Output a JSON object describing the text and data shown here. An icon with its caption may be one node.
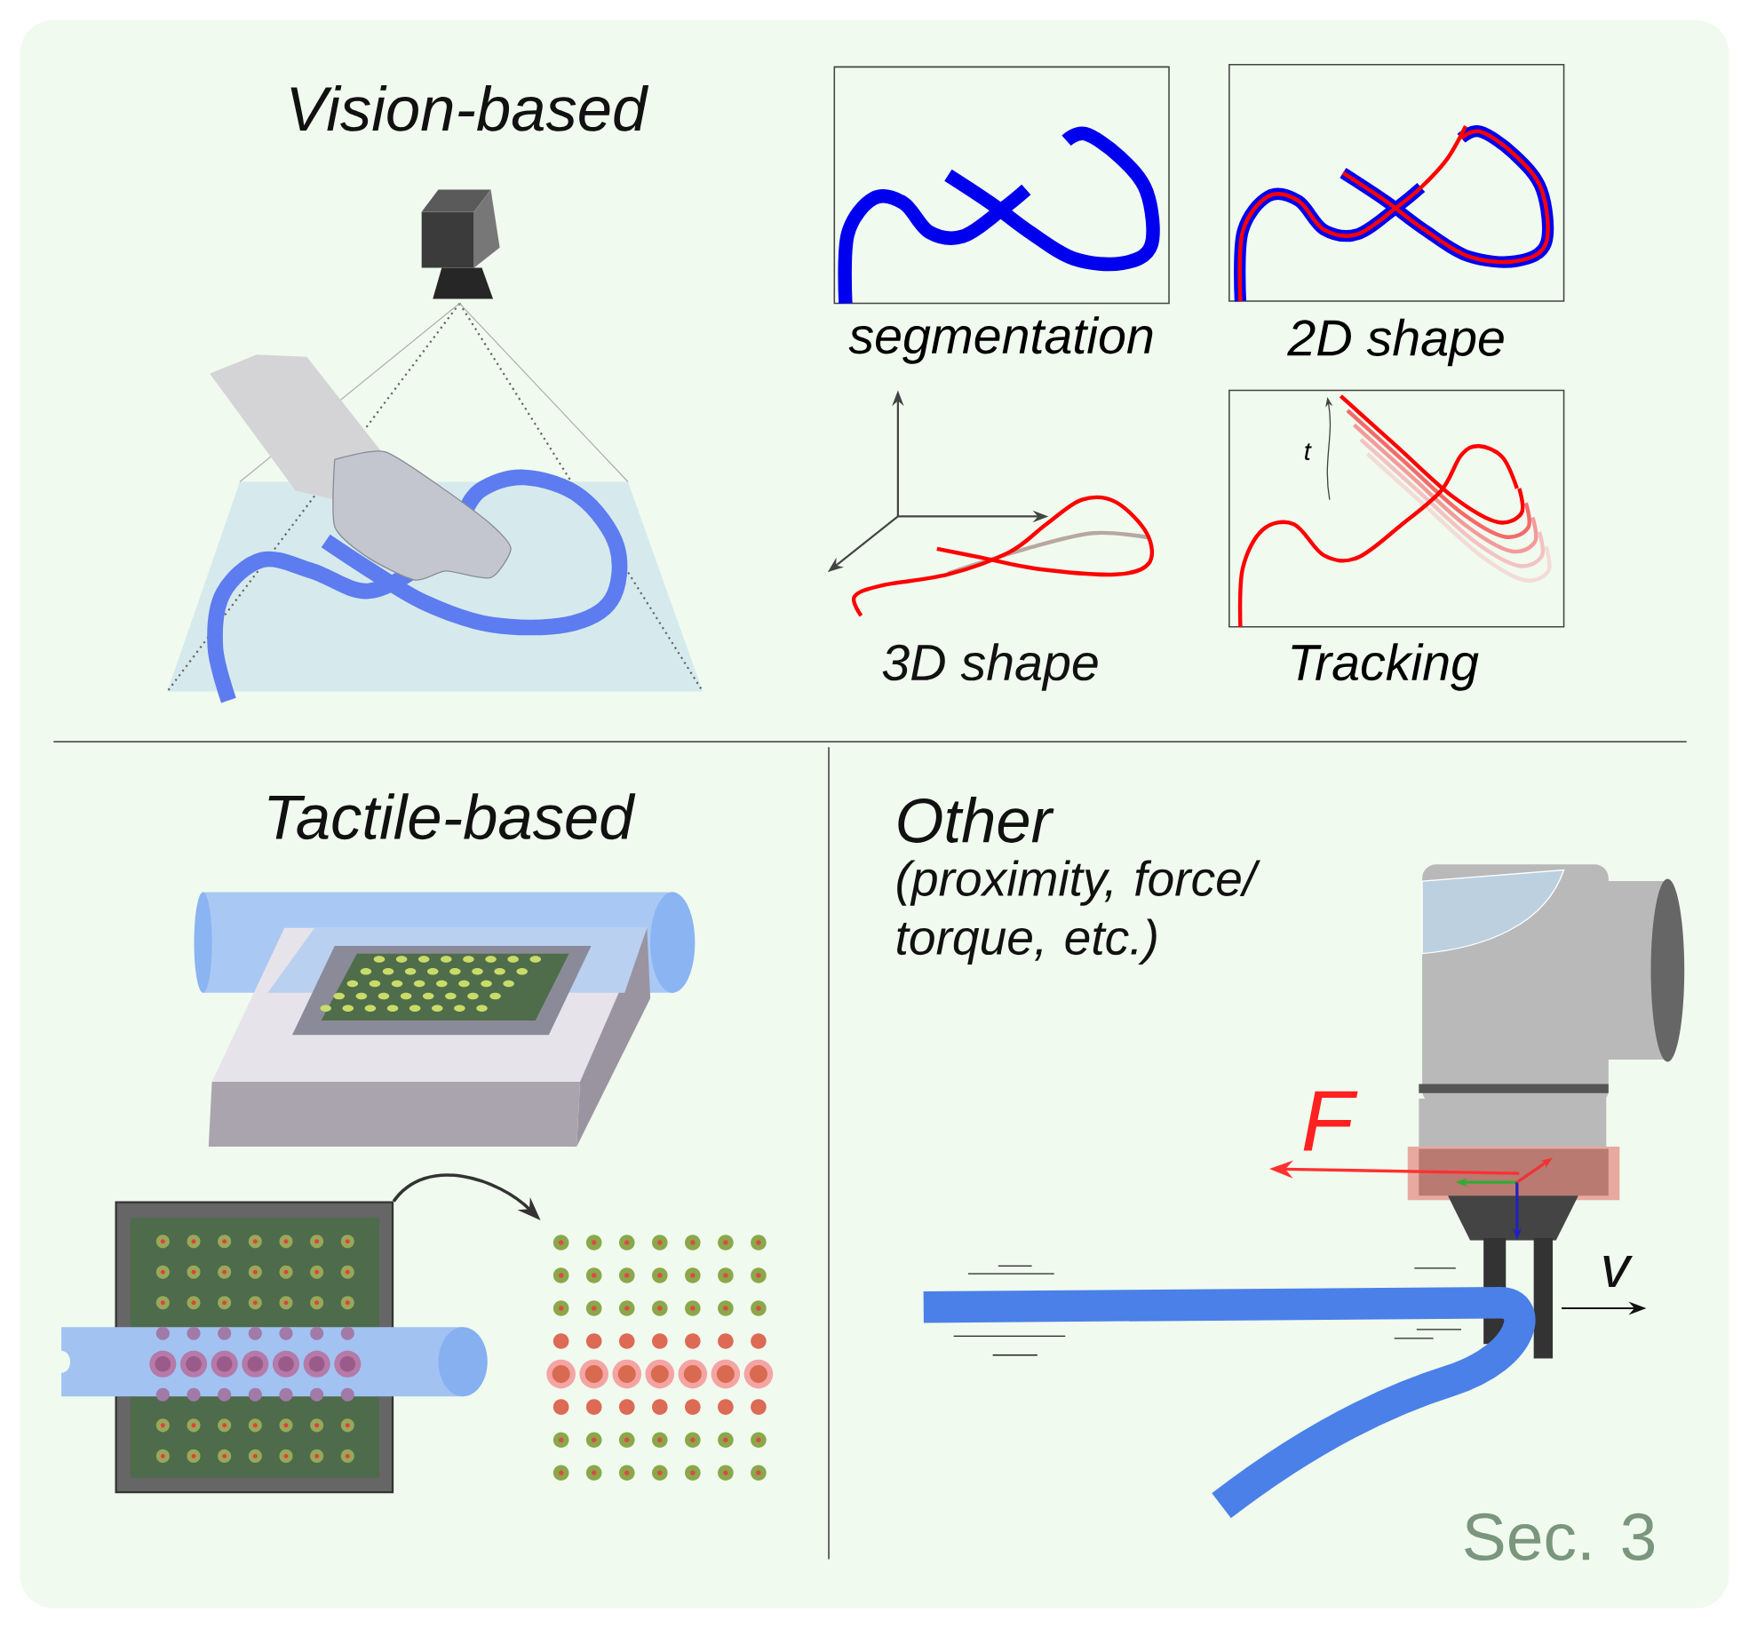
{
  "diagram": {
    "nodes": [
      {
        "text": [
          "segmentation"
        ]
      },
      {
        "text": [
          "2D shape"
        ]
      },
      {
        "text": [
          "t",
          "Tracking"
        ]
      },
      {
        "text": [],
        "shape": "picture"
      },
      {
        "text": [],
        "shape": "picture"
      }
    ],
    "edges": [
      {
        "from": 3,
        "to": 4,
        "arrow": "to"
      }
    ],
    "labels": [
      "Vision-based",
      "3D shape",
      "Tactile-based",
      "Other",
      "(proximity, force/ torque, etc.)",
      "F",
      "v",
      "Sec. 3"
    ]
  }
}
